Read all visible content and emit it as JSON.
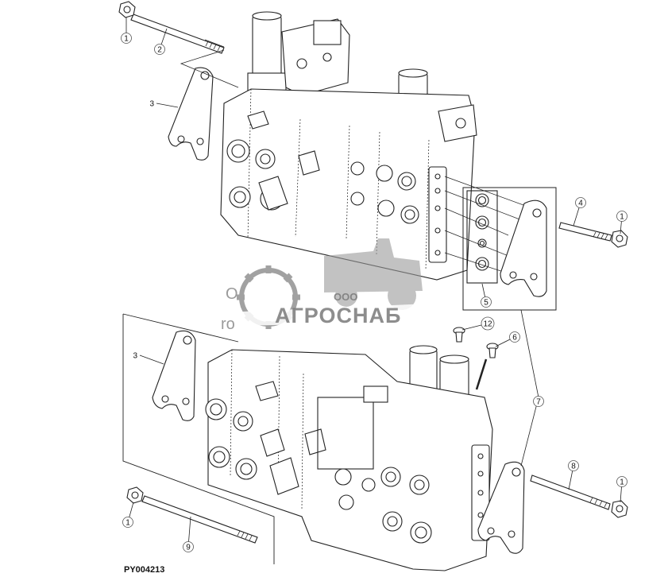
{
  "diagram": {
    "reference_code": "PY004213",
    "callouts": [
      {
        "id": "c1a",
        "label": "1",
        "circled": true
      },
      {
        "id": "c2",
        "label": "2",
        "circled": true
      },
      {
        "id": "c3a",
        "label": "3",
        "circled": false
      },
      {
        "id": "c4",
        "label": "4",
        "circled": true
      },
      {
        "id": "c1b",
        "label": "1",
        "circled": true
      },
      {
        "id": "c5",
        "label": "5",
        "circled": true
      },
      {
        "id": "c12",
        "label": "12",
        "circled": true
      },
      {
        "id": "c6",
        "label": "6",
        "circled": true
      },
      {
        "id": "c3b",
        "label": "3",
        "circled": false
      },
      {
        "id": "c7",
        "label": "7",
        "circled": true
      },
      {
        "id": "c8",
        "label": "8",
        "circled": true
      },
      {
        "id": "c1c",
        "label": "1",
        "circled": true
      },
      {
        "id": "c1d",
        "label": "1",
        "circled": true
      },
      {
        "id": "c9",
        "label": "9",
        "circled": true
      }
    ]
  },
  "watermark": {
    "company_prefix": "ООО",
    "company_name": "АГРОСНАБ",
    "fragment_left": "О",
    "fragment_left_2": "ro"
  }
}
